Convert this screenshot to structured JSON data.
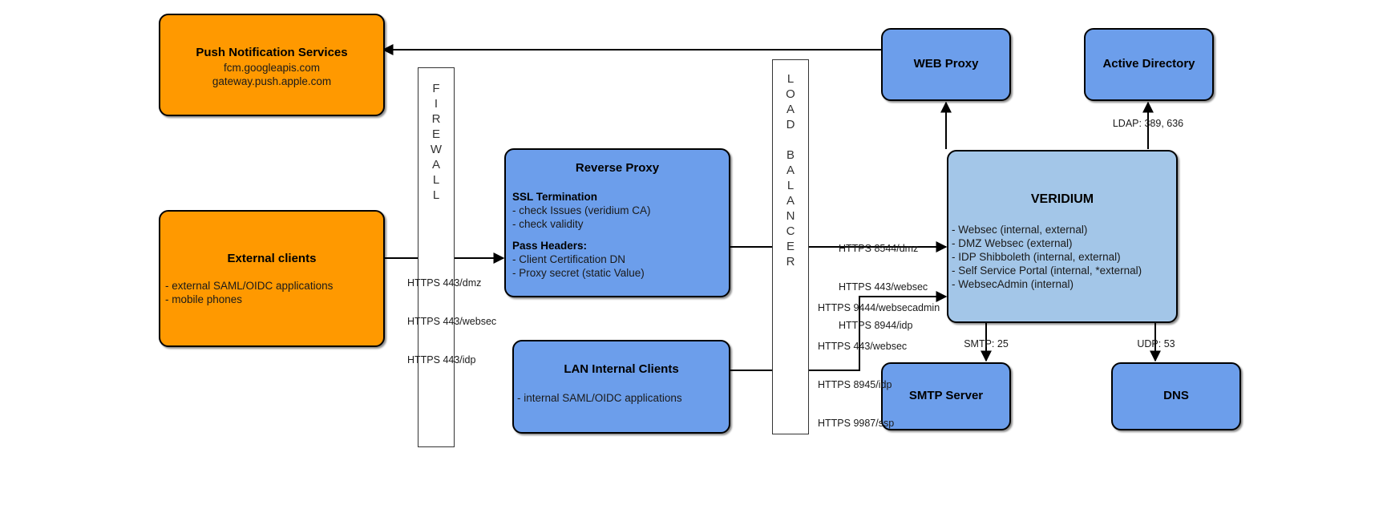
{
  "diagram": {
    "title": "VeridiumID network architecture",
    "colors": {
      "orange": "#ff9900",
      "blue": "#6c9eeb",
      "light_blue": "#a3c6e8",
      "stroke": "#000000",
      "white": "#ffffff"
    }
  },
  "nodes": {
    "push_notification": {
      "title": "Push Notification Services",
      "lines": [
        "fcm.googleapis.com",
        "gateway.push.apple.com"
      ]
    },
    "external_clients": {
      "title": "External clients",
      "lines": [
        "- external SAML/OIDC applications",
        "- mobile phones"
      ]
    },
    "firewall": {
      "label": "FIREWALL",
      "letters": [
        "F",
        "I",
        "R",
        "E",
        "W",
        "A",
        "L",
        "L"
      ]
    },
    "load_balancer": {
      "label": "LOAD BALANCER",
      "letters": [
        "L",
        "O",
        "A",
        "D",
        "",
        "B",
        "A",
        "L",
        "A",
        "N",
        "C",
        "E",
        "R"
      ]
    },
    "reverse_proxy": {
      "title": "Reverse Proxy",
      "section_one_header": "SSL Termination",
      "section_one_items": [
        "- check Issues (veridium CA)",
        "- check validity"
      ],
      "section_two_header": "Pass Headers:",
      "section_two_items": [
        "- Client Certification DN",
        "- Proxy secret (static Value)"
      ]
    },
    "lan_internal_clients": {
      "title": "LAN Internal Clients",
      "lines": [
        "- internal SAML/OIDC applications"
      ]
    },
    "web_proxy": {
      "title": "WEB Proxy"
    },
    "active_directory": {
      "title": "Active Directory"
    },
    "veridium": {
      "title": "VERIDIUM",
      "services": [
        "- Websec (internal, external)",
        "- DMZ Websec (external)",
        "- IDP Shibboleth (internal, external)",
        "- Self Service Portal (internal, *external)",
        "- WebsecAdmin (internal)"
      ]
    },
    "smtp_server": {
      "title": "SMTP Server"
    },
    "dns": {
      "title": "DNS"
    }
  },
  "edge_labels": {
    "clients_to_firewall": [
      "HTTPS 443/dmz",
      "HTTPS 443/websec",
      "HTTPS 443/idp"
    ],
    "lb_to_veridium_upper": [
      "HTTPS 8544/dmz",
      "HTTPS 443/websec",
      "HTTPS 8944/idp"
    ],
    "lan_to_veridium_lower": [
      "HTTPS 9444/websecadmin",
      "HTTPS 443/websec",
      "HTTPS 8945/idp",
      "HTTPS 9987/ssp"
    ],
    "ad_ldap": "LDAP: 389, 636",
    "smtp": "SMTP: 25",
    "dns": "UDP: 53"
  }
}
